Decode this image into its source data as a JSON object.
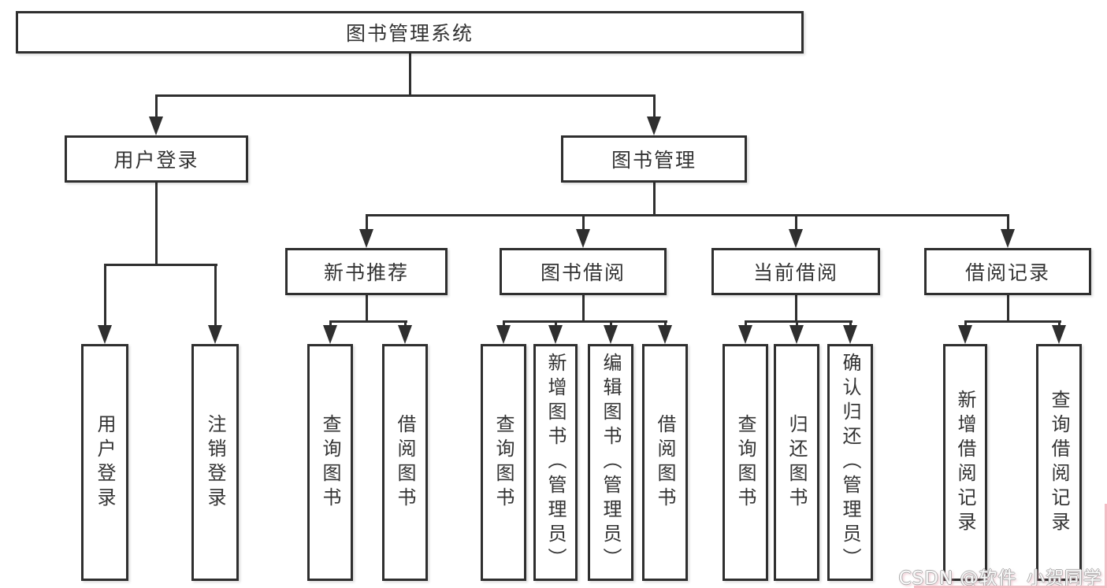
{
  "tree": {
    "root": {
      "label": "图书管理系统"
    },
    "branches": [
      {
        "label": "用户登录",
        "children": [
          "用户登录",
          "注销登录"
        ]
      },
      {
        "label": "图书管理",
        "sections": [
          {
            "label": "新书推荐",
            "children": [
              "查询图书",
              "借阅图书"
            ]
          },
          {
            "label": "图书借阅",
            "children": [
              "查询图书",
              "新增图书（管理员）",
              "编辑图书（管理员）",
              "借阅图书"
            ]
          },
          {
            "label": "当前借阅",
            "children": [
              "查询图书",
              "归还图书",
              "确认归还（管理员）"
            ]
          },
          {
            "label": "借阅记录",
            "children": [
              "新增借阅记录",
              "查询借阅记录"
            ]
          }
        ]
      }
    ]
  },
  "watermark": {
    "text": "CSDN @软件_小贺同学"
  },
  "colors": {
    "line": "#2f2f2f",
    "text": "#333333",
    "box_background": "#ffffff",
    "watermark_pink": "#f2bcc4"
  }
}
